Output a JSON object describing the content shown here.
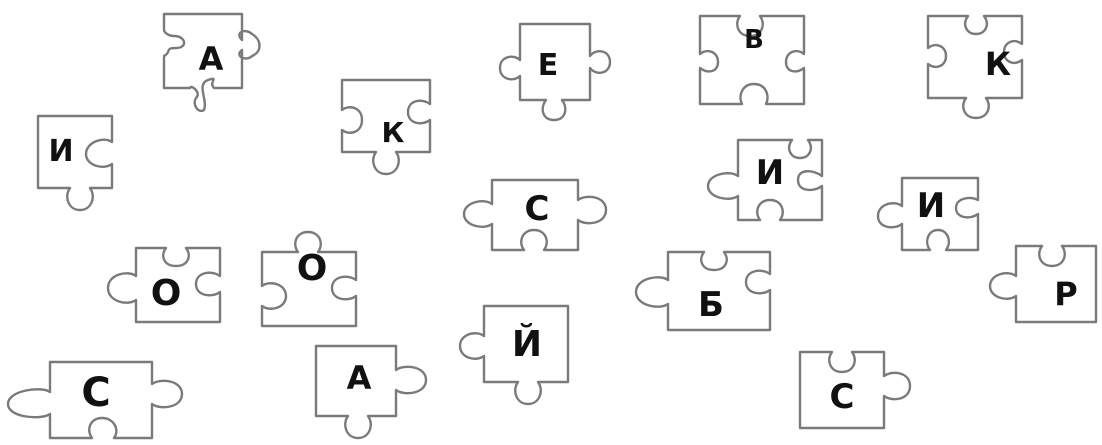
{
  "pieces": [
    {
      "letter": "А"
    },
    {
      "letter": "Е"
    },
    {
      "letter": "В"
    },
    {
      "letter": "К"
    },
    {
      "letter": "И"
    },
    {
      "letter": "К"
    },
    {
      "letter": "И"
    },
    {
      "letter": "С"
    },
    {
      "letter": "И"
    },
    {
      "letter": "О"
    },
    {
      "letter": "О"
    },
    {
      "letter": "Б"
    },
    {
      "letter": "Р"
    },
    {
      "letter": "Й"
    },
    {
      "letter": "С"
    },
    {
      "letter": "А"
    },
    {
      "letter": "С"
    }
  ],
  "colors": {
    "outline": "#7a7a7a",
    "letter": "#111111",
    "background": "#ffffff"
  }
}
